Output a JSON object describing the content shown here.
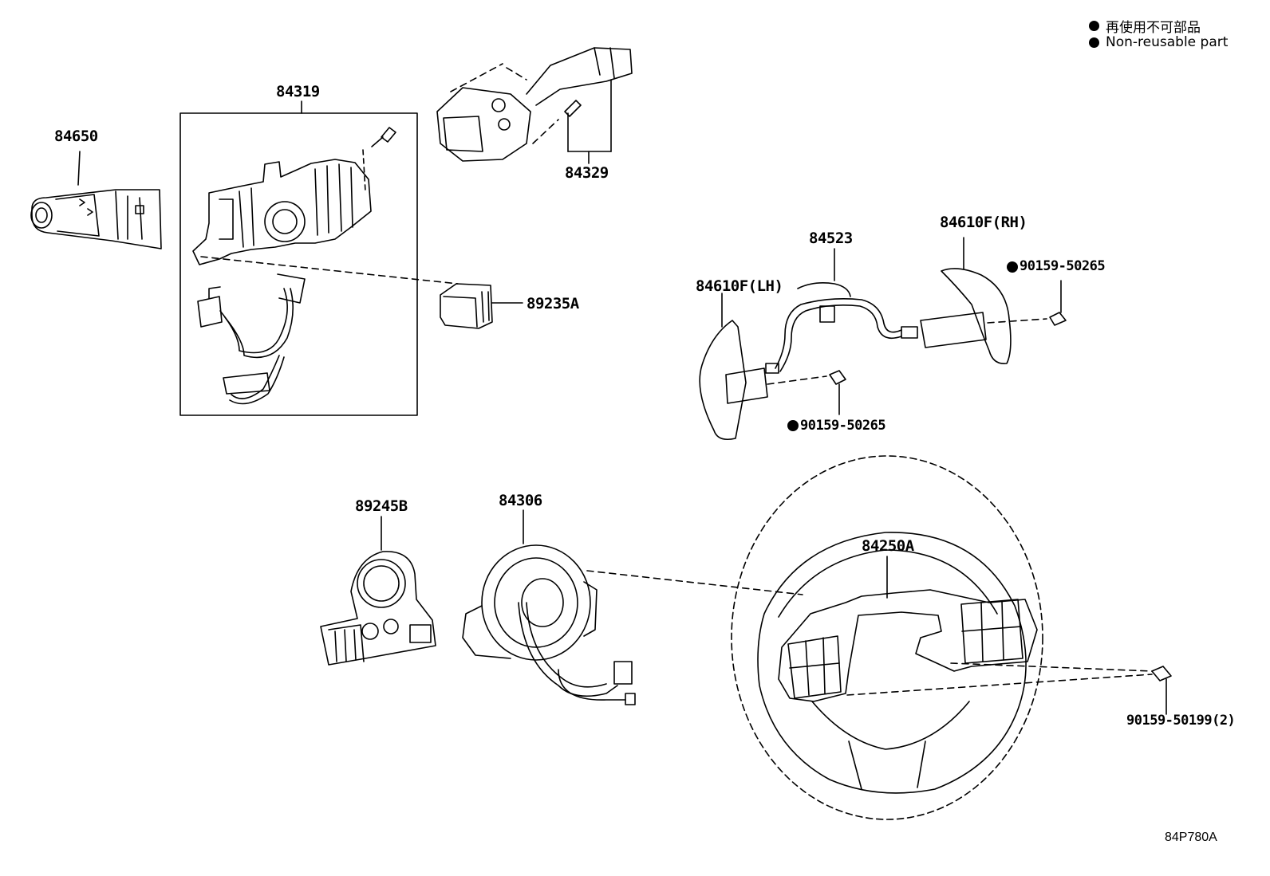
{
  "legend": {
    "items": [
      {
        "label": "再使用不可部品"
      },
      {
        "label": "Non-reusable part"
      }
    ]
  },
  "parts": {
    "p84650": "84650",
    "p84319": "84319",
    "p84329": "84329",
    "p89235A": "89235A",
    "p84523": "84523",
    "p84610F_RH": "84610F(RH)",
    "p84610F_LH": "84610F(LH)",
    "p90159_50265_a": "90159-50265",
    "p90159_50265_b": "90159-50265",
    "p89245B": "89245B",
    "p84306": "84306",
    "p84250A": "84250A",
    "p90159_50199": "90159-50199(2)"
  },
  "diagram_code": "84P780A"
}
